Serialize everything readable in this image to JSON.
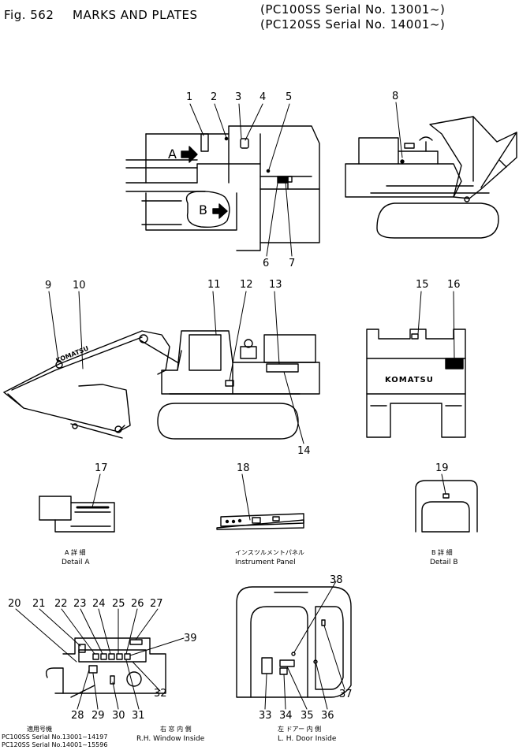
{
  "header": {
    "fig_label": "Fig. 562",
    "title": "MARKS AND PLATES",
    "serial_lines": [
      "(PC100SS Serial No. 13001~)",
      "(PC120SS Serial No. 14001~)"
    ]
  },
  "views": {
    "top_view": {
      "detail_a_arrow": "A",
      "detail_b_arrow": "B"
    },
    "rear_view": {
      "brand": "KOMATSU"
    },
    "boom": {
      "brand": "KOMATSU"
    }
  },
  "callouts": [
    "1",
    "2",
    "3",
    "4",
    "5",
    "6",
    "7",
    "8",
    "9",
    "10",
    "11",
    "12",
    "13",
    "14",
    "15",
    "16",
    "17",
    "18",
    "19",
    "20",
    "21",
    "22",
    "23",
    "24",
    "25",
    "26",
    "27",
    "28",
    "29",
    "30",
    "31",
    "32",
    "33",
    "34",
    "35",
    "36",
    "37",
    "38",
    "39"
  ],
  "captions": {
    "detail_a": {
      "jp": "A 詳 細",
      "en": "Detail A"
    },
    "instrument_panel": {
      "jp": "インスツルメントパネル",
      "en": "Instrument Panel"
    },
    "detail_b": {
      "jp": "B 詳 細",
      "en": "Detail B"
    },
    "rh_window": {
      "jp": "右 窓 内 側",
      "en": "R.H. Window Inside"
    },
    "lh_door": {
      "jp": "左 ドアー 内 側",
      "en": "L. H. Door Inside"
    }
  },
  "applicability": {
    "jp": "適用号機",
    "lines": [
      "PC100SS Serial No.13001~14197",
      "PC120SS Serial No.14001~15596"
    ]
  }
}
